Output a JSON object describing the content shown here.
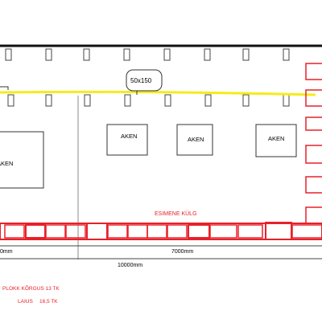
{
  "diagram": {
    "callout": "50x150",
    "windows": [
      {
        "label": "AKEN"
      },
      {
        "label": "AKEN"
      },
      {
        "label": "AKEN"
      },
      {
        "label": "AKEN"
      }
    ],
    "front_side_label": "ESIMENE KÜLG",
    "dimensions": {
      "left_partial": "0mm",
      "middle": "7000mm",
      "total": "10000mm"
    },
    "notes": {
      "block_height": "PLOKK KÕRGUS 13 TK",
      "width": "LAIUS",
      "width_value": "16,5 TK"
    },
    "colors": {
      "beam": "#f5ec1a",
      "block": "#e8202a",
      "line": "#111111"
    }
  }
}
